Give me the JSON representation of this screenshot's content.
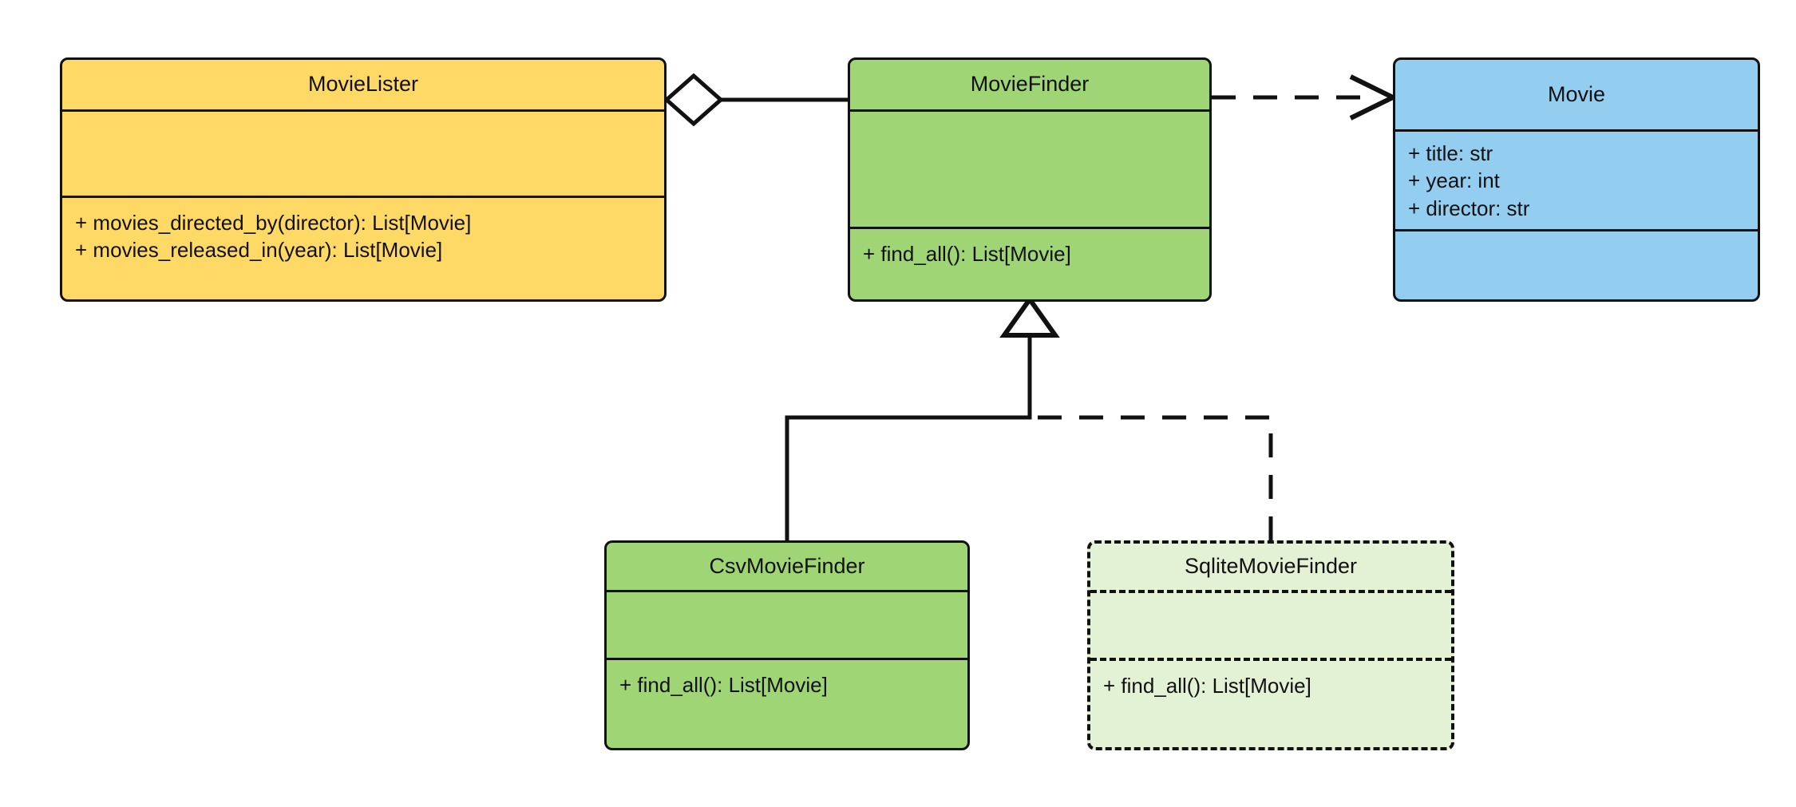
{
  "diagram": {
    "kind": "uml-class-diagram",
    "background": "#ffffff",
    "stroke": "#111111"
  },
  "classes": {
    "movielister": {
      "name": "MovieLister",
      "fill": "#ffd966",
      "border": "solid",
      "attributes": [],
      "methods": [
        "+ movies_directed_by(director): List[Movie]",
        "+ movies_released_in(year): List[Movie]"
      ]
    },
    "moviefinder": {
      "name": "MovieFinder",
      "fill": "#9fd575",
      "border": "solid",
      "attributes": [],
      "methods": [
        "+ find_all(): List[Movie]"
      ]
    },
    "movie": {
      "name": "Movie",
      "fill": "#93cdf0",
      "border": "solid",
      "attributes": [
        "+ title: str",
        "+ year: int",
        "+ director: str"
      ],
      "methods": []
    },
    "csvmoviefinder": {
      "name": "CsvMovieFinder",
      "fill": "#9fd575",
      "border": "solid",
      "attributes": [],
      "methods": [
        "+ find_all(): List[Movie]"
      ]
    },
    "sqlitemoviefinder": {
      "name": "SqliteMovieFinder",
      "fill": "#e3f1d5",
      "border": "dashed",
      "attributes": [],
      "methods": [
        "+ find_all(): List[Movie]"
      ]
    }
  },
  "relations": [
    {
      "id": "aggregation-movielister-moviefinder",
      "type": "aggregation",
      "from": "MovieLister",
      "to": "MovieFinder",
      "line": "solid",
      "end_marker": "hollow-diamond"
    },
    {
      "id": "dependency-moviefinder-movie",
      "type": "dependency",
      "from": "MovieFinder",
      "to": "Movie",
      "line": "dashed",
      "end_marker": "open-arrow"
    },
    {
      "id": "inheritance-csvmoviefinder-moviefinder",
      "type": "generalization",
      "from": "CsvMovieFinder",
      "to": "MovieFinder",
      "line": "solid",
      "end_marker": "hollow-triangle"
    },
    {
      "id": "inheritance-sqlitemoviefinder-moviefinder",
      "type": "generalization",
      "from": "SqliteMovieFinder",
      "to": "MovieFinder",
      "line": "dashed",
      "end_marker": "hollow-triangle"
    }
  ]
}
